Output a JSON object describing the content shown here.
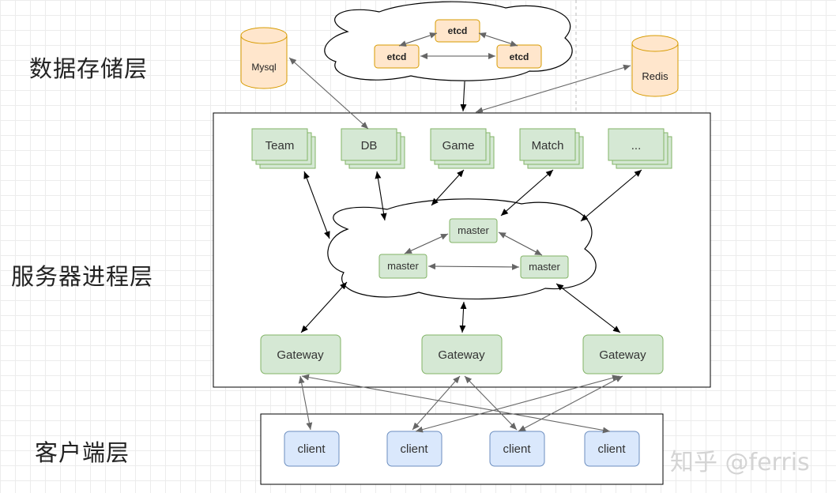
{
  "layers": {
    "storage": "数据存储层",
    "server": "服务器进程层",
    "client": "客户端层"
  },
  "storage": {
    "mysql": "Mysql",
    "redis": "Redis",
    "etcd": [
      "etcd",
      "etcd",
      "etcd"
    ]
  },
  "services": [
    "Team",
    "DB",
    "Game",
    "Match",
    "..."
  ],
  "masters": [
    "master",
    "master",
    "master"
  ],
  "gateways": [
    "Gateway",
    "Gateway",
    "Gateway"
  ],
  "clients": [
    "client",
    "client",
    "client",
    "client"
  ],
  "watermark": "知乎 @ferris",
  "colors": {
    "etcd_fill": "#ffe6cc",
    "etcd_stroke": "#d79b00",
    "db_fill": "#ffe6cc",
    "db_stroke": "#d79b00",
    "service_fill": "#d5e8d4",
    "service_stroke": "#82b366",
    "client_fill": "#dae8fc",
    "client_stroke": "#6c8ebf"
  }
}
